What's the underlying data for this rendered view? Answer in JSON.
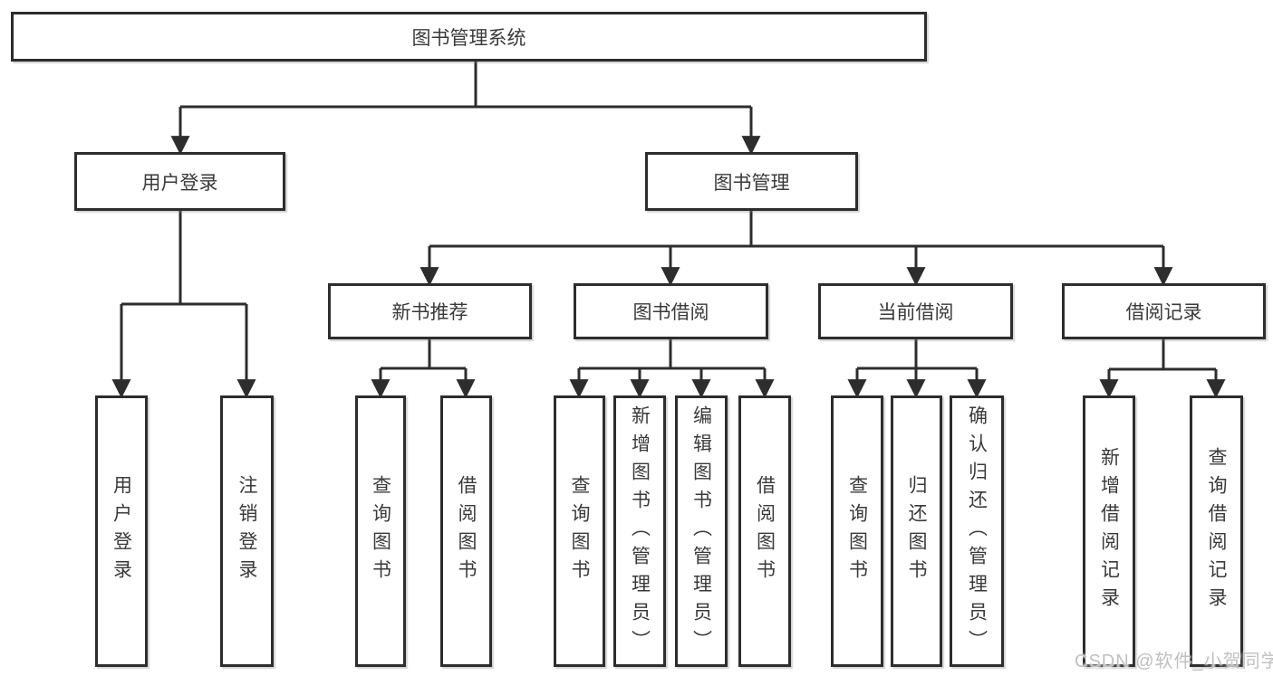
{
  "colors": {
    "line": "#2d2d2d",
    "text": "#3a3a3a",
    "boxfill": "#ffffff",
    "watermark": "#c0c0c0"
  },
  "watermark": {
    "text": "CSDN @软件_小贺同学"
  },
  "diagram": {
    "root": "图书管理系统",
    "level2": [
      {
        "label": "用户登录",
        "leaves": [
          "用户登录",
          "注销登录"
        ]
      },
      {
        "label": "图书管理",
        "children": [
          {
            "label": "新书推荐",
            "leaves": [
              "查询图书",
              "借阅图书"
            ]
          },
          {
            "label": "图书借阅",
            "leaves": [
              "查询图书",
              "新增图书（管理员）",
              "编辑图书（管理员）",
              "借阅图书"
            ]
          },
          {
            "label": "当前借阅",
            "leaves": [
              "查询图书",
              "归还图书",
              "确认归还（管理员）"
            ]
          },
          {
            "label": "借阅记录",
            "leaves": [
              "新增借阅记录",
              "查询借阅记录"
            ]
          }
        ]
      }
    ]
  }
}
